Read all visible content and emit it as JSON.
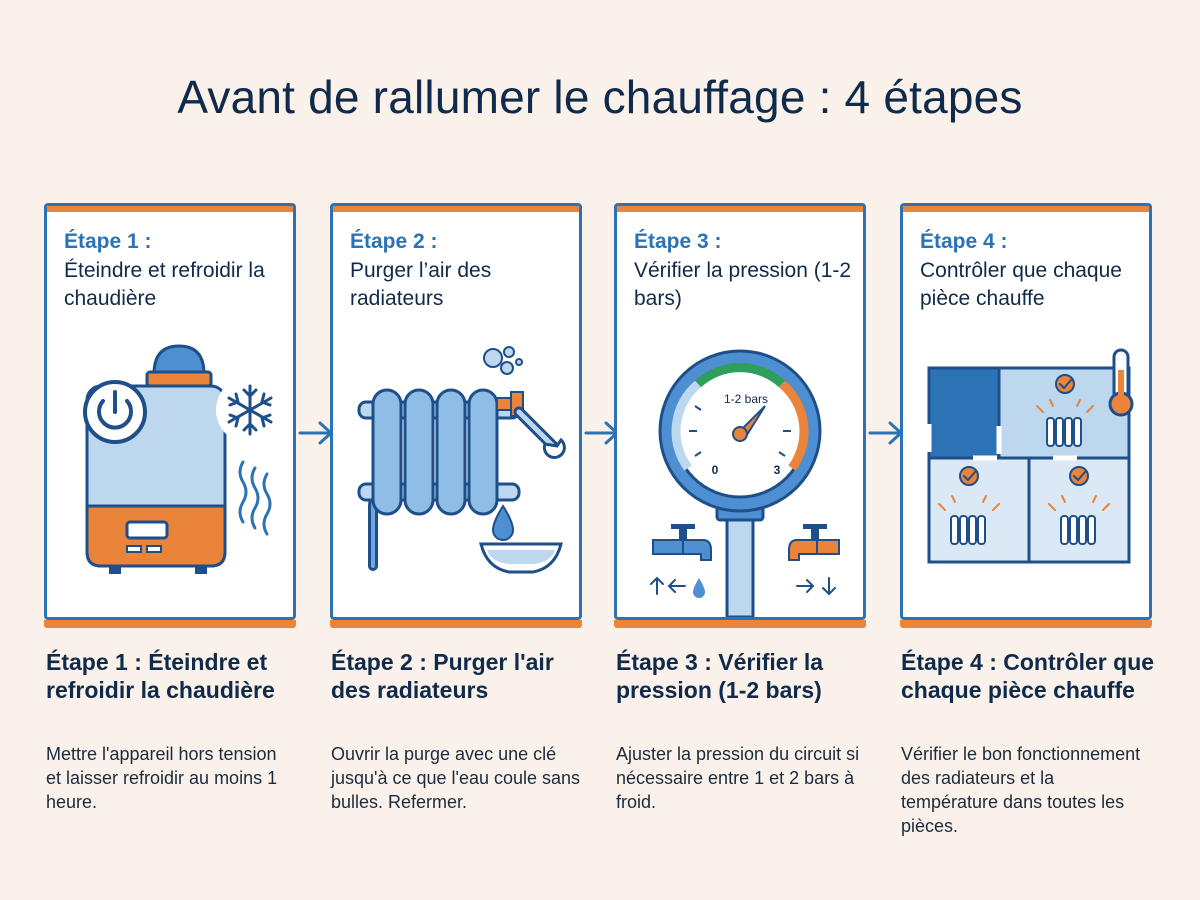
{
  "title": "Avant de rallumer le chauffage : 4 étapes",
  "steps": [
    {
      "label": "Étape 1 :",
      "heading": "Éteindre et refroidir la chaudière",
      "title": "Étape 1 : Éteindre et refroidir la chaudière",
      "description": "Mettre l'appareil hors tension et laisser refroidir au moins 1 heure.",
      "icons": [
        "boiler-icon",
        "power-icon",
        "snowflake-icon",
        "heat-waves-icon"
      ]
    },
    {
      "label": "Étape 2 :",
      "heading": "Purger l’air des radiateurs",
      "title": "Étape 2 : Purger l'air des radiateurs",
      "description": "Ouvrir la purge avec une clé jusqu'à ce que l'eau coule sans bulles. Refermer.",
      "icons": [
        "radiator-icon",
        "wrench-icon",
        "steam-icon",
        "water-drop-icon",
        "basin-icon"
      ]
    },
    {
      "label": "Étape 3 :",
      "heading": "Vérifier la pression (1-2 bars)",
      "title": "Étape 3 : Vérifier la pression (1-2 bars)",
      "description": "Ajuster la pression du circuit si nécessaire entre 1 et 2 bars à froid.",
      "gauge": {
        "range_label": "1-2 bars",
        "min_label": "0",
        "max_label": "3"
      },
      "icons": [
        "pressure-gauge-icon",
        "faucet-icon"
      ]
    },
    {
      "label": "Étape 4 :",
      "heading": "Contrôler que chaque pièce chauffe",
      "title": "Étape 4 : Contrôler que chaque pièce chauffe",
      "description": "Vérifier le bon fonctionnement des radiateurs et la température dans toutes les pièces.",
      "icons": [
        "floor-plan-icon",
        "thermometer-icon",
        "check-icon",
        "radiator-icon"
      ]
    }
  ],
  "colors": {
    "background": "#f9f1ea",
    "primary": "#2b73b5",
    "accent": "#e9843a",
    "light_blue": "#bcd7ee",
    "dark_text": "#0f2a4a",
    "green": "#2e9e5b"
  }
}
